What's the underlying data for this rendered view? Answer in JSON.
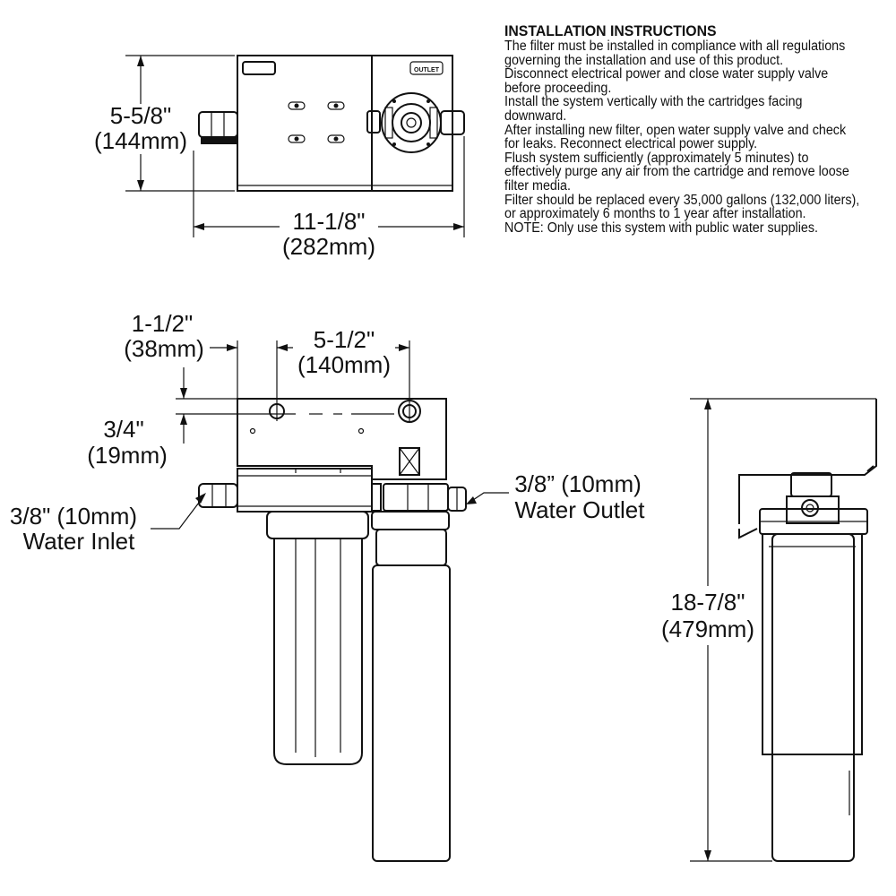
{
  "instructions": {
    "heading": "INSTALLATION INSTRUCTIONS",
    "lines": [
      "The filter must be installed in compliance with all regulations governing the installation and use of this product.",
      "Disconnect electrical power and close water supply valve before proceeding.",
      "Install the system vertically with the cartridges facing downward.",
      "After installing new filter, open water supply valve and check for leaks. Reconnect electrical power supply.",
      "Flush system sufficiently (approximately 5 minutes) to effectively  purge any air from the cartridge and remove loose filter media.",
      "Filter should be replaced every 35,000 gallons (132,000 liters), or approximately 6 months to 1 year after installation.",
      "NOTE: Only use this system with public water supplies."
    ]
  },
  "top_view": {
    "height_in": "5-5/8\"",
    "height_mm": "(144mm)",
    "width_in": "11-1/8\"",
    "width_mm": "(282mm)",
    "outlet_tag": "OUTLET"
  },
  "front_view": {
    "offset_left_in": "1-1/2\"",
    "offset_left_mm": "(38mm)",
    "hole_spacing_in": "5-1/2\"",
    "hole_spacing_mm": "(140mm)",
    "hole_drop_in": "3/4\"",
    "hole_drop_mm": "(19mm)",
    "inlet_size": "3/8\" (10mm)",
    "inlet_label": "Water Inlet",
    "outlet_size": "3/8” (10mm)",
    "outlet_label": "Water Outlet"
  },
  "side_view": {
    "height_in": "18-7/8\"",
    "height_mm": "(479mm)"
  }
}
